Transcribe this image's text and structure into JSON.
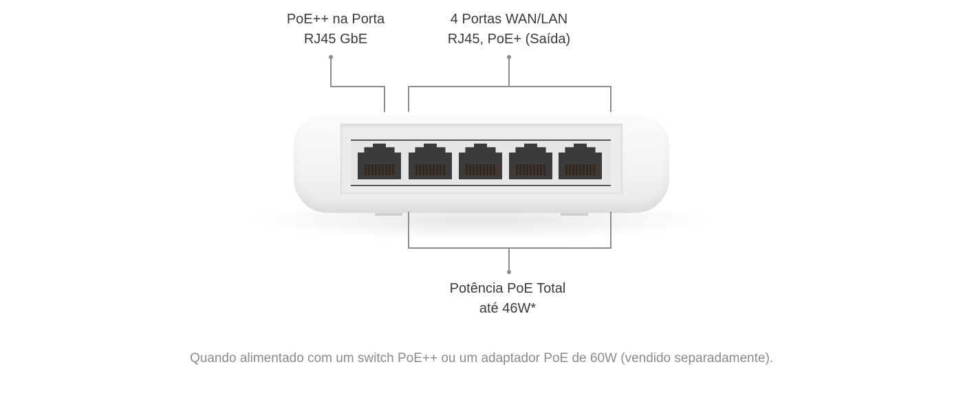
{
  "callouts": {
    "uplink": {
      "line1": "PoE++ na Porta",
      "line2": "RJ45 GbE"
    },
    "ports": {
      "line1": "4 Portas WAN/LAN",
      "line2": "RJ45, PoE+ (Saída)"
    },
    "power": {
      "line1": "Potência PoE Total",
      "line2": "até 46W*"
    }
  },
  "footnote": "Quando alimentado com um switch PoE++ ou um adaptador PoE de 60W (vendido separadamente).",
  "device": {
    "port_count": 5
  },
  "colors": {
    "line": "#8c8c8c",
    "text": "#3a3a3a",
    "footnote": "#8a8a8a"
  }
}
